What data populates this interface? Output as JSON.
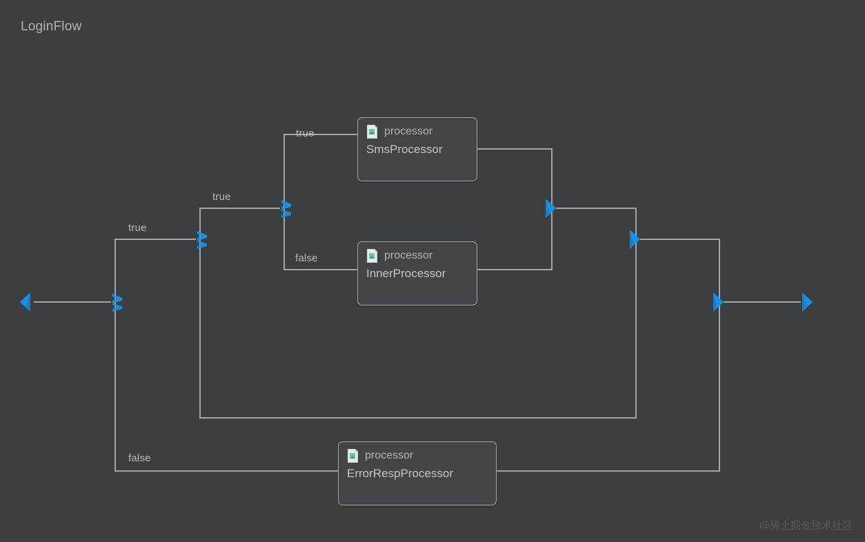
{
  "diagram": {
    "title": "LoginFlow",
    "background_color": "#3c3f41",
    "edge_color": "#a6a6a6",
    "marker_color": "#1a8fe3",
    "node_border_color": "#a9a9a9",
    "node_fill_color": "#414547",
    "text_color": "#b9b9b9"
  },
  "nodes": [
    {
      "id": "sms",
      "type_label": "processor",
      "name": "SmsProcessor",
      "icon": "file-icon"
    },
    {
      "id": "inner",
      "type_label": "processor",
      "name": "InnerProcessor",
      "icon": "file-icon"
    },
    {
      "id": "error",
      "type_label": "processor",
      "name": "ErrorRespProcessor",
      "icon": "file-icon"
    }
  ],
  "edge_labels": [
    {
      "id": "label-true-outer",
      "text": "true"
    },
    {
      "id": "label-true-middle",
      "text": "true"
    },
    {
      "id": "label-true-sms",
      "text": "true"
    },
    {
      "id": "label-false-inner",
      "text": "false"
    },
    {
      "id": "label-false-error",
      "text": "false"
    }
  ],
  "markers": {
    "start_arrow": "triangle-left",
    "end_arrow": "triangle-right",
    "split": "chevron-left",
    "join": "triangle-right"
  },
  "watermark": {
    "text": "@稀土掘金技术社区"
  }
}
